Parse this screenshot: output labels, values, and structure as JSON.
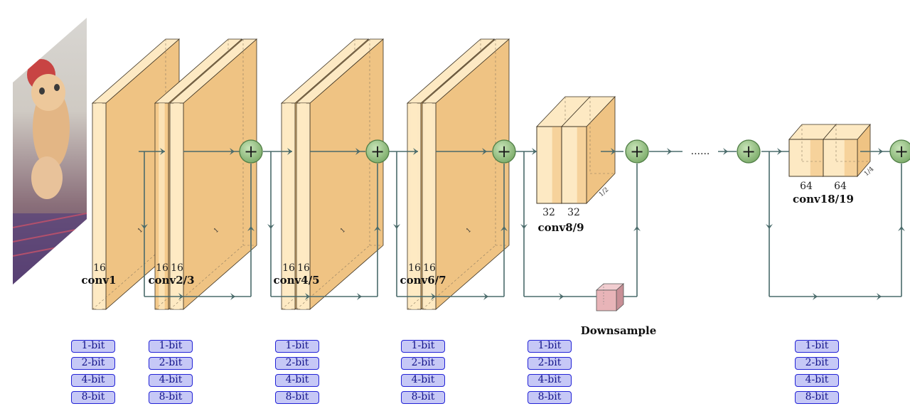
{
  "blocks": [
    {
      "name": "conv1",
      "channels": [
        "16"
      ],
      "scale": "1"
    },
    {
      "name": "conv2/3",
      "channels": [
        "16",
        "16"
      ],
      "scale": "1"
    },
    {
      "name": "conv4/5",
      "channels": [
        "16",
        "16"
      ],
      "scale": "1"
    },
    {
      "name": "conv6/7",
      "channels": [
        "16",
        "16"
      ],
      "scale": "1"
    },
    {
      "name": "conv8/9",
      "channels": [
        "32",
        "32"
      ],
      "scale": "1/2"
    },
    {
      "name": "conv18/19",
      "channels": [
        "64",
        "64"
      ],
      "scale": "1/4"
    }
  ],
  "downsample_label": "Downsample",
  "ellipsis": "......",
  "sum_symbol": "+",
  "bit_options": [
    "1-bit",
    "2-bit",
    "4-bit",
    "8-bit"
  ],
  "colors": {
    "feature_light": "#fde9c3",
    "feature_mid": "#f6d29b",
    "feature_dark": "#efc383",
    "sum_node": "#8fbf7f",
    "arrow": "#4a6b6b",
    "downsample": "#e8b4b8",
    "bit_fill": "#c6c8f6",
    "bit_border": "#2323d6"
  }
}
